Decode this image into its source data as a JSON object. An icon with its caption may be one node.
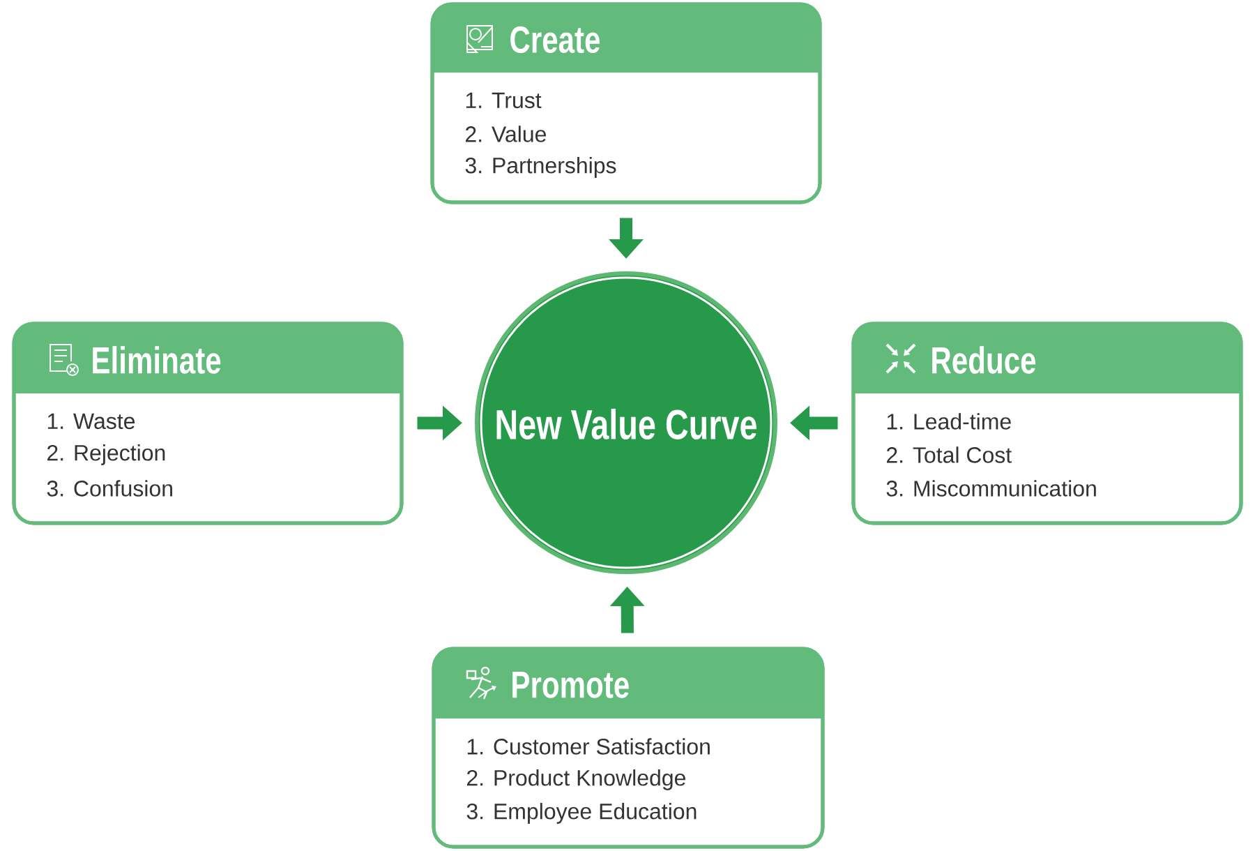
{
  "diagram": {
    "nodes": [
      {
        "text": [
          "Create",
          "1. Trust",
          "2. Value",
          "3. Partnerships"
        ]
      },
      {
        "text": [
          "Eliminate",
          "1. Waste",
          "2. Rejection",
          "3. Confusion"
        ]
      },
      {
        "text": [
          "New Value Curve"
        ]
      },
      {
        "text": [
          "Reduce",
          "1. Lead-time",
          "2. Total Cost",
          "3. Miscommunication"
        ]
      },
      {
        "text": [
          "Promote",
          "1. Customer Satisfaction",
          "2. Product Knowledge",
          "3. Employee Education"
        ]
      }
    ],
    "edges": [
      {
        "from": 0,
        "to": 2,
        "arrow": "to"
      },
      {
        "from": 1,
        "to": 2,
        "arrow": "to"
      },
      {
        "from": 3,
        "to": 2,
        "arrow": "to"
      },
      {
        "from": 4,
        "to": 2,
        "arrow": "to"
      }
    ]
  }
}
